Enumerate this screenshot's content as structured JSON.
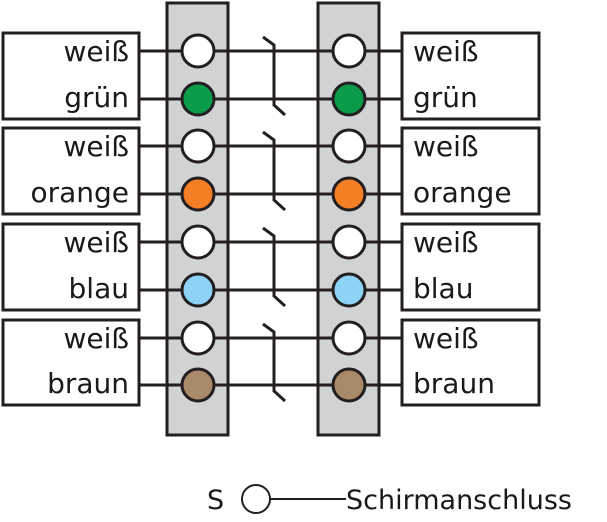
{
  "diagram": {
    "title": "",
    "wire_colors": {
      "weiß": "#ffffff",
      "grün": "#0a9c4a",
      "orange": "#f47f24",
      "blau": "#8dd3f5",
      "braun": "#a88a6a"
    },
    "terminal_strip_color": "#d0d2d4",
    "line_color": "#231f20",
    "pairs": [
      {
        "labels": [
          "weiß",
          "grün"
        ],
        "colors": [
          "weiß",
          "grün"
        ]
      },
      {
        "labels": [
          "weiß",
          "orange"
        ],
        "colors": [
          "weiß",
          "orange"
        ]
      },
      {
        "labels": [
          "weiß",
          "blau"
        ],
        "colors": [
          "weiß",
          "blau"
        ]
      },
      {
        "labels": [
          "weiß",
          "braun"
        ],
        "colors": [
          "weiß",
          "braun"
        ]
      }
    ],
    "left_labels": {
      "p0a": "weiß",
      "p0b": "grün",
      "p1a": "weiß",
      "p1b": "orange",
      "p2a": "weiß",
      "p2b": "blau",
      "p3a": "weiß",
      "p3b": "braun"
    },
    "right_labels": {
      "p0a": "weiß",
      "p0b": "grün",
      "p1a": "weiß",
      "p1b": "orange",
      "p2a": "weiß",
      "p2b": "blau",
      "p3a": "weiß",
      "p3b": "braun"
    },
    "legend": {
      "symbol": "S",
      "text": "Schirmanschluss"
    }
  }
}
